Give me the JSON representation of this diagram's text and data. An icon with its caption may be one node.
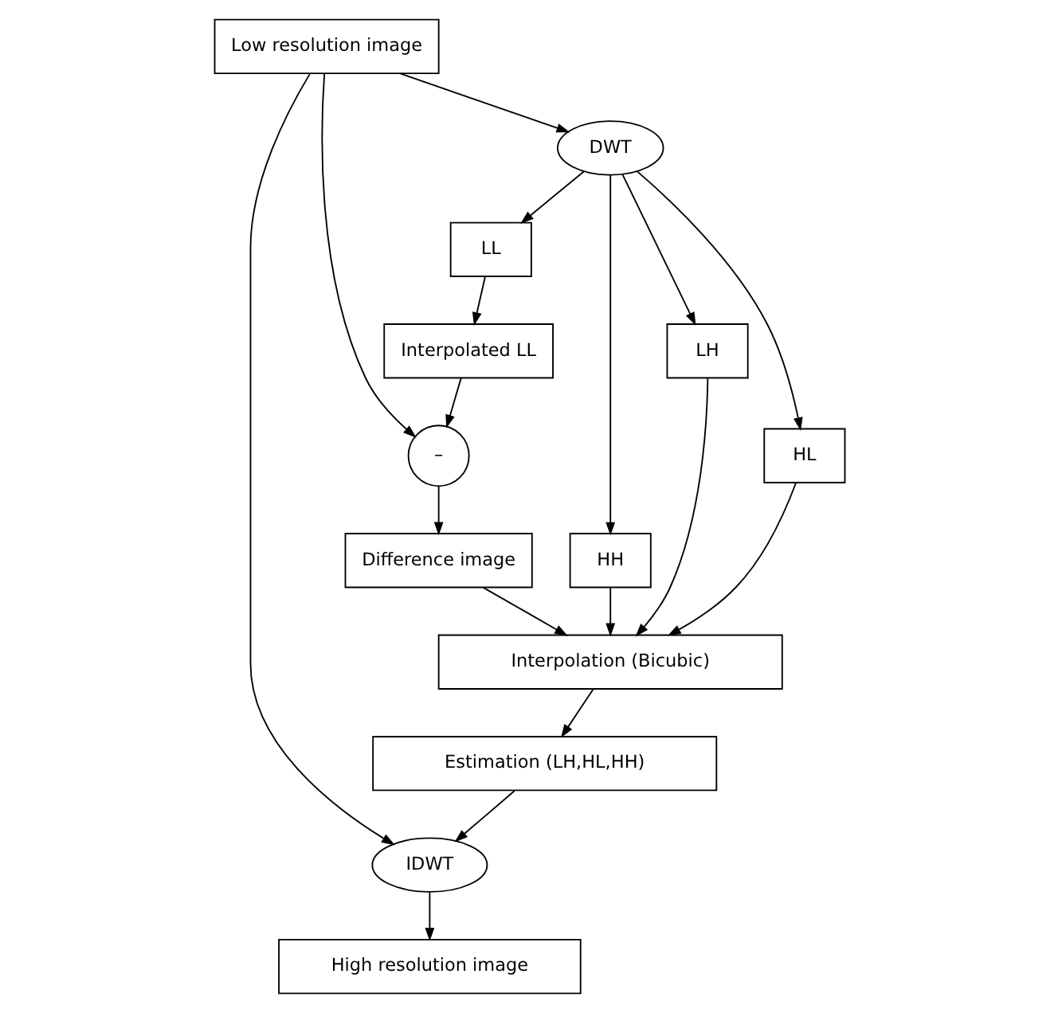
{
  "diagram": {
    "nodes": [
      {
        "text": [
          "Low resolution image"
        ]
      },
      {
        "text": [
          "DWT"
        ]
      },
      {
        "text": [
          "–"
        ]
      },
      {
        "text": [
          "Interpolated LL"
        ]
      },
      {
        "text": [
          "LL"
        ]
      },
      {
        "text": [
          "LH"
        ]
      },
      {
        "text": [
          "HL"
        ]
      },
      {
        "text": [
          "HH"
        ]
      },
      {
        "text": [
          "Difference image"
        ]
      },
      {
        "text": [
          "Interpolation (Bicubic)"
        ]
      },
      {
        "text": [
          "Estimation (LH,HL,HH)"
        ]
      },
      {
        "text": [
          "IDWT"
        ]
      },
      {
        "text": [
          "High resolution image"
        ]
      }
    ],
    "edges": [
      {
        "from": 0,
        "to": 1,
        "arrow": "to"
      },
      {
        "from": 0,
        "to": 2,
        "arrow": "to"
      },
      {
        "from": 0,
        "to": 11,
        "arrow": "to"
      },
      {
        "from": 1,
        "to": 4,
        "arrow": "to"
      },
      {
        "from": 1,
        "to": 5,
        "arrow": "to"
      },
      {
        "from": 1,
        "to": 6,
        "arrow": "to"
      },
      {
        "from": 1,
        "to": 7,
        "arrow": "to"
      },
      {
        "from": 4,
        "to": 3,
        "arrow": "to"
      },
      {
        "from": 3,
        "to": 2,
        "arrow": "to"
      },
      {
        "from": 2,
        "to": 8,
        "arrow": "to"
      },
      {
        "from": 8,
        "to": 9,
        "arrow": "to"
      },
      {
        "from": 5,
        "to": 9,
        "arrow": "to"
      },
      {
        "from": 6,
        "to": 9,
        "arrow": "to"
      },
      {
        "from": 7,
        "to": 9,
        "arrow": "to"
      },
      {
        "from": 9,
        "to": 10,
        "arrow": "to"
      },
      {
        "from": 10,
        "to": 11,
        "arrow": "to"
      },
      {
        "from": 11,
        "to": 12,
        "arrow": "to"
      }
    ]
  }
}
